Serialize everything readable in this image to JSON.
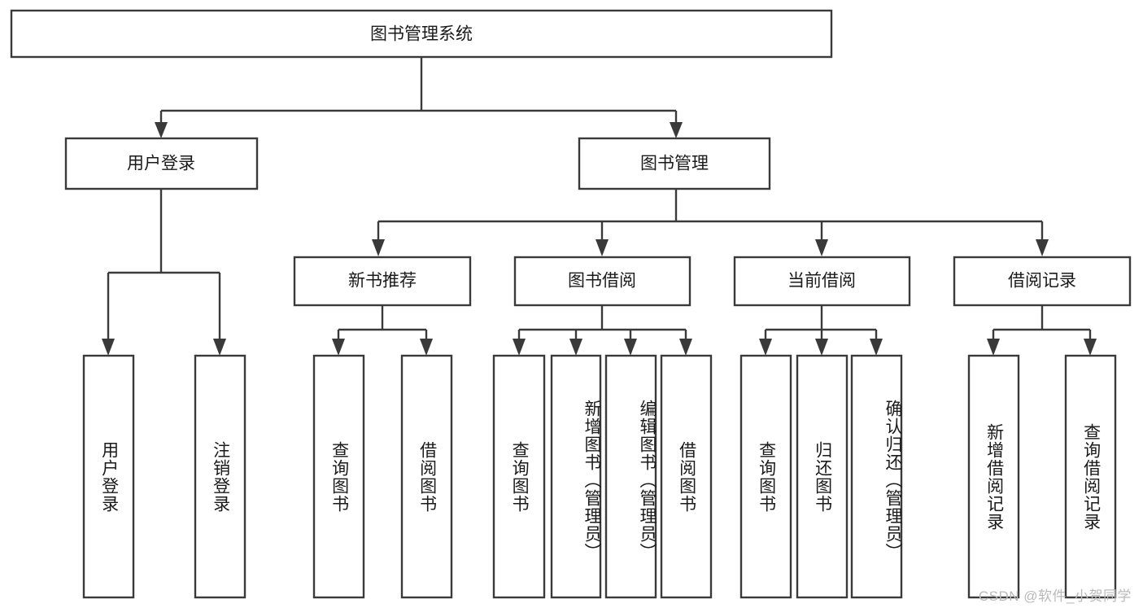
{
  "diagram": {
    "title": "图书管理系统",
    "type": "functional-structure-tree",
    "theme": {
      "background": "#ffffff",
      "box_fill": "#ffffff",
      "box_stroke": "#3a3a3a",
      "text_color": "#1a1a1a",
      "watermark_color": "#b9b9b9"
    },
    "watermark": "CSDN @软件_小贺同学",
    "root": {
      "id": "root",
      "label": "图书管理系统",
      "orientation": "horizontal"
    },
    "level2": [
      {
        "id": "user-login",
        "label": "用户登录",
        "orientation": "horizontal"
      },
      {
        "id": "book-manage",
        "label": "图书管理",
        "orientation": "horizontal"
      }
    ],
    "level3": [
      {
        "id": "new-book-recommend",
        "label": "新书推荐",
        "parent": "book-manage",
        "orientation": "horizontal"
      },
      {
        "id": "book-borrow",
        "label": "图书借阅",
        "parent": "book-manage",
        "orientation": "horizontal"
      },
      {
        "id": "current-borrow",
        "label": "当前借阅",
        "parent": "book-manage",
        "orientation": "horizontal"
      },
      {
        "id": "borrow-record",
        "label": "借阅记录",
        "parent": "book-manage",
        "orientation": "horizontal"
      }
    ],
    "leaves": [
      {
        "id": "leaf-user-login",
        "label": "用户登录",
        "parent": "user-login",
        "orientation": "vertical"
      },
      {
        "id": "leaf-logout-login",
        "label": "注销登录",
        "parent": "user-login",
        "orientation": "vertical"
      },
      {
        "id": "leaf-query-book-1",
        "label": "查询图书",
        "parent": "new-book-recommend",
        "orientation": "vertical"
      },
      {
        "id": "leaf-borrow-book-1",
        "label": "借阅图书",
        "parent": "new-book-recommend",
        "orientation": "vertical"
      },
      {
        "id": "leaf-query-book-2",
        "label": "查询图书",
        "parent": "book-borrow",
        "orientation": "vertical"
      },
      {
        "id": "leaf-add-book",
        "label": "新增图书（管理员）",
        "parent": "book-borrow",
        "orientation": "vertical"
      },
      {
        "id": "leaf-edit-book",
        "label": "编辑图书（管理员）",
        "parent": "book-borrow",
        "orientation": "vertical"
      },
      {
        "id": "leaf-borrow-book-2",
        "label": "借阅图书",
        "parent": "book-borrow",
        "orientation": "vertical"
      },
      {
        "id": "leaf-query-book-3",
        "label": "查询图书",
        "parent": "current-borrow",
        "orientation": "vertical"
      },
      {
        "id": "leaf-return-book",
        "label": "归还图书",
        "parent": "current-borrow",
        "orientation": "vertical"
      },
      {
        "id": "leaf-confirm-return",
        "label": "确认归还（管理员）",
        "parent": "current-borrow",
        "orientation": "vertical"
      },
      {
        "id": "leaf-add-record",
        "label": "新增借阅记录",
        "parent": "borrow-record",
        "orientation": "vertical"
      },
      {
        "id": "leaf-query-record",
        "label": "查询借阅记录",
        "parent": "borrow-record",
        "orientation": "vertical"
      }
    ]
  }
}
